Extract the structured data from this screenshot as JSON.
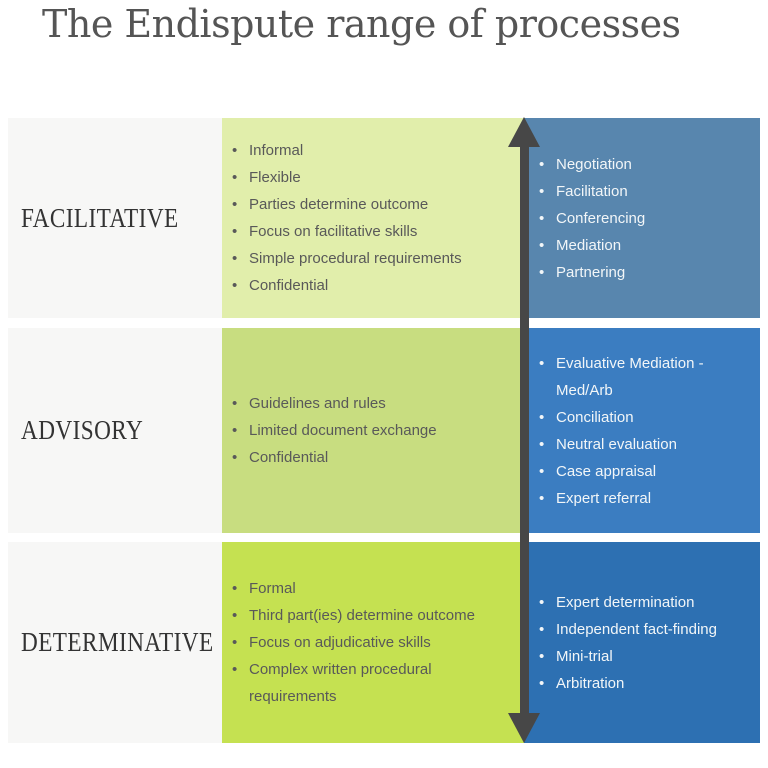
{
  "title": "The Endispute range of processes",
  "colors": {
    "background": "#ffffff",
    "label_column_bg": "#f7f7f6",
    "title_text": "#555555",
    "label_text": "#333333",
    "characteristics_text": "#595959",
    "processes_text": "#f2f6f8",
    "arrow": "#474747"
  },
  "arrow": {
    "icon": "vertical-double-headed-arrow"
  },
  "rows": [
    {
      "label": "FACILITATIVE",
      "characteristics_bg": "#e1eeab",
      "processes_bg": "#5886ae",
      "characteristics": [
        "Informal",
        "Flexible",
        "Parties determine outcome",
        "Focus on facilitative skills",
        "Simple procedural requirements",
        "Confidential"
      ],
      "processes": [
        "Negotiation",
        "Facilitation",
        "Conferencing",
        "Mediation",
        "Partnering"
      ]
    },
    {
      "label": "ADVISORY",
      "characteristics_bg": "#c8dd80",
      "processes_bg": "#3b7dc1",
      "characteristics": [
        "Guidelines and rules",
        "Limited document exchange",
        "Confidential"
      ],
      "processes": [
        "Evaluative Mediation - Med/Arb",
        "Conciliation",
        "Neutral evaluation",
        "Case appraisal",
        "Expert referral"
      ]
    },
    {
      "label": "DETERMINATIVE",
      "characteristics_bg": "#c5e151",
      "processes_bg": "#2d70b2",
      "characteristics": [
        "Formal",
        "Third part(ies) determine outcome",
        "Focus on adjudicative skills",
        "Complex written procedural requirements"
      ],
      "processes": [
        "Expert determination",
        "Independent fact-finding",
        "Mini-trial",
        "Arbitration"
      ]
    }
  ]
}
